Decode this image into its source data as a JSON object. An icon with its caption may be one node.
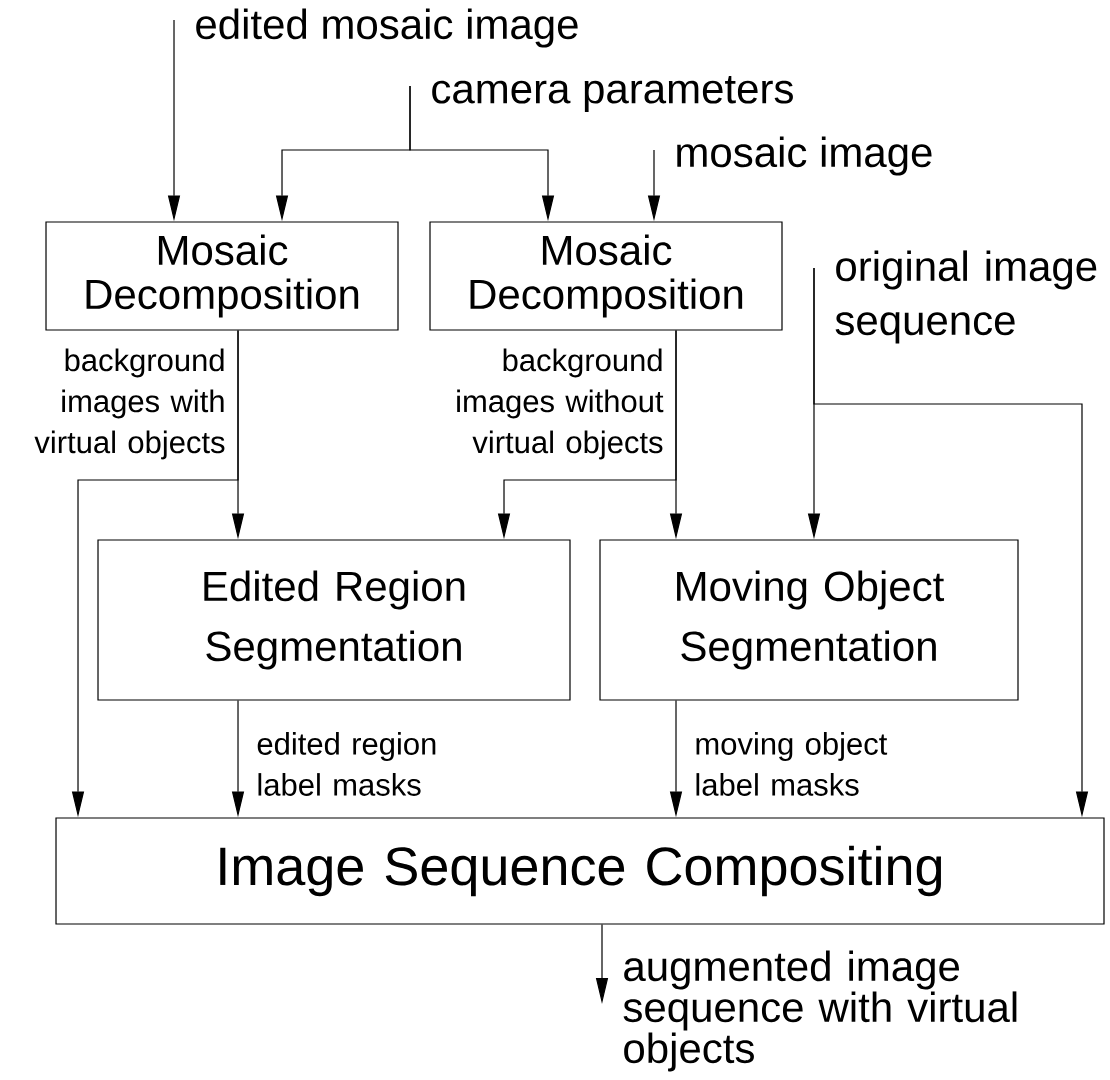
{
  "diagram": {
    "nodes": [
      {
        "text": [
          "edited mosaic image"
        ]
      },
      {
        "text": [
          "camera parameters"
        ]
      },
      {
        "text": [
          "mosaic image"
        ]
      },
      {
        "text": [
          "Mosaic Decomposition"
        ]
      },
      {
        "text": [
          "Mosaic Decomposition"
        ]
      },
      {
        "text": [
          "original image sequence"
        ]
      },
      {
        "text": [
          "Edited Region Segmentation"
        ]
      },
      {
        "text": [
          "Moving Object Segmentation"
        ]
      },
      {
        "text": [
          "Image Sequence Compositing"
        ]
      },
      {
        "text": [
          "augmented image sequence with virtual objects"
        ]
      }
    ],
    "edges": [
      {
        "from": 0,
        "to": 3,
        "arrow": "to"
      },
      {
        "from": 1,
        "to": 3,
        "arrow": "to"
      },
      {
        "from": 1,
        "to": 4,
        "arrow": "to"
      },
      {
        "from": 2,
        "to": 4,
        "arrow": "to"
      },
      {
        "from": 3,
        "to": 6,
        "arrow": "to",
        "label": "background images with virtual objects"
      },
      {
        "from": 3,
        "to": 8,
        "arrow": "to"
      },
      {
        "from": 4,
        "to": 6,
        "arrow": "to"
      },
      {
        "from": 4,
        "to": 7,
        "arrow": "to",
        "label": "background images without virtual objects"
      },
      {
        "from": 5,
        "to": 7,
        "arrow": "to"
      },
      {
        "from": 5,
        "to": 8,
        "arrow": "to"
      },
      {
        "from": 6,
        "to": 8,
        "arrow": "to",
        "label": "edited region label masks"
      },
      {
        "from": 7,
        "to": 8,
        "arrow": "to",
        "label": "moving object label masks"
      },
      {
        "from": 8,
        "to": 9,
        "arrow": "to"
      }
    ]
  }
}
